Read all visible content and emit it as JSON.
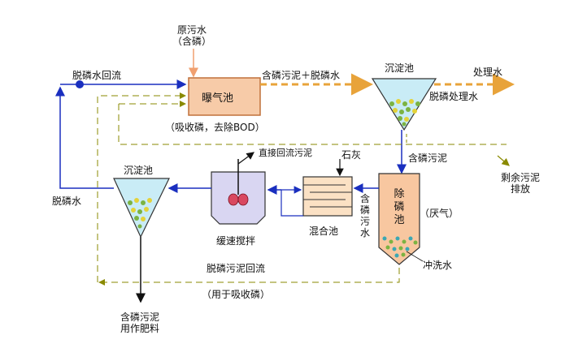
{
  "labels": {
    "raw_sewage": "原污水",
    "raw_sewage_note": "（含磷）",
    "aeration_tank": "曝气池",
    "aeration_note": "（吸收磷，去除BOD）",
    "dephos_water_return": "脱磷水回流",
    "p_sludge_plus_water": "含磷污泥＋脱磷水",
    "settling_tank_top": "沉淀池",
    "treated_water": "处理水",
    "dephos_treated_water": "脱磷处理水",
    "p_sludge": "含磷污泥",
    "excess_sludge": "剩余污泥\n排放",
    "dephos_tank": "除磷池",
    "anaerobic": "（厌气）",
    "p_sewage_vertical": "含磷污水",
    "flush_water": "冲洗水",
    "lime": "石灰",
    "mixing_tank": "混合池",
    "direct_return_sludge": "直接回流污泥",
    "slow_mixing": "缓速搅拌",
    "settling_tank_left": "沉淀池",
    "dephos_water": "脱磷水",
    "dephos_sludge_return": "脱磷污泥回流",
    "for_p_absorption": "（用于吸收磷）",
    "p_sludge_fertilizer": "含磷污泥\n用作肥料"
  },
  "colors": {
    "water_line": "#1a2fbf",
    "sludge_line": "#8a8a00",
    "dashed_orange": "#e8a33a",
    "raw_arrow": "#f0a070",
    "aeration_fill": "#f7cba8",
    "tank_fill": "#c9ecf6",
    "dephos_fill": "#f8c7a0",
    "mixing_fill": "#fbe1c4",
    "slow_mix_fill": "#d9d6f2",
    "dot_green": "#7cb342",
    "dot_yellow": "#e3d23a",
    "dot_teal": "#3ca7b3"
  }
}
